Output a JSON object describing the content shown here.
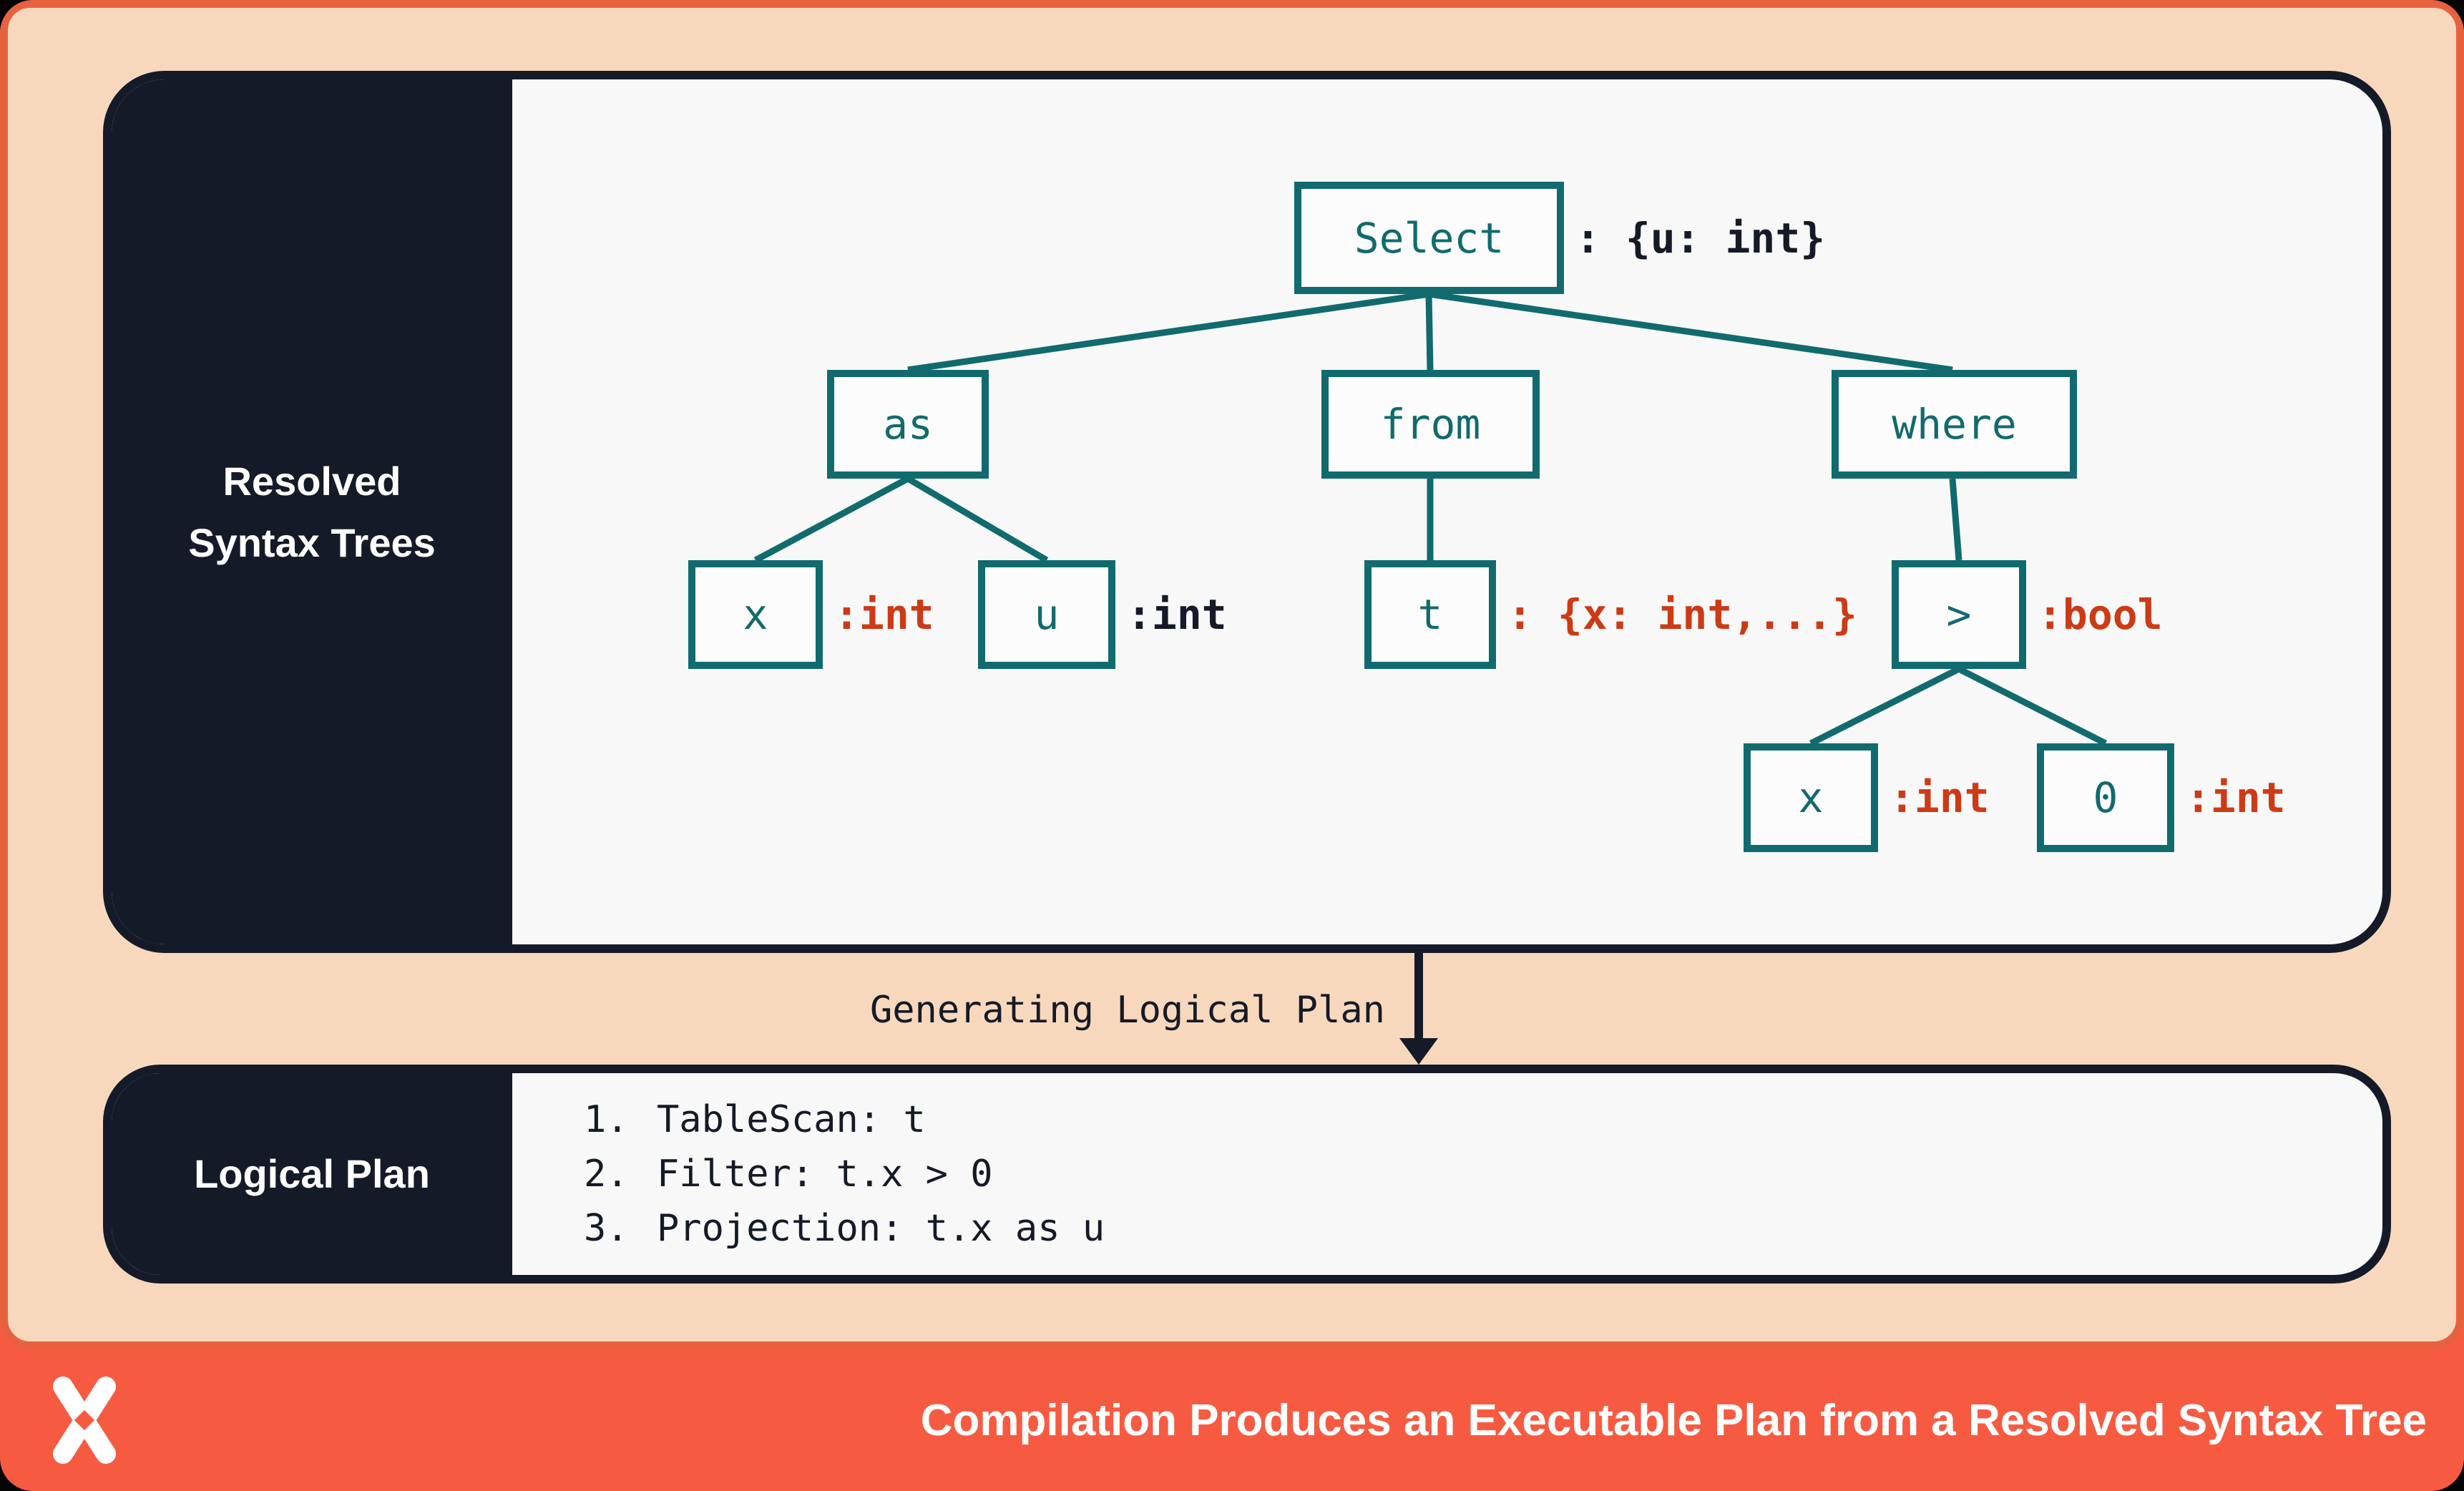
{
  "colors": {
    "frame_border": "#e8613e",
    "footer_bar": "#f65b41",
    "panel_background": "#f8d8bc",
    "navy": "#151a28",
    "teal": "#116a6e",
    "type_red": "#cc3a16",
    "card_background": "#f7f8f7",
    "text_white": "#ffffff"
  },
  "syntax_tree_card": {
    "sidebar_label_line1": "Resolved",
    "sidebar_label_line2": "Syntax Trees",
    "nodes": [
      {
        "id": "select",
        "label": "Select",
        "annotation": ": {u: int}",
        "annotation_color": "navy"
      },
      {
        "id": "as",
        "label": "as"
      },
      {
        "id": "from",
        "label": "from"
      },
      {
        "id": "where",
        "label": "where"
      },
      {
        "id": "x1",
        "label": "x",
        "annotation": ":int",
        "annotation_color": "red"
      },
      {
        "id": "u",
        "label": "u",
        "annotation": ":int",
        "annotation_color": "navy"
      },
      {
        "id": "t",
        "label": "t",
        "annotation": ": {x: int,...}",
        "annotation_color": "red"
      },
      {
        "id": "gt",
        "label": ">",
        "annotation": ":bool",
        "annotation_color": "red"
      },
      {
        "id": "x2",
        "label": "x",
        "annotation": ":int",
        "annotation_color": "red"
      },
      {
        "id": "zero",
        "label": "0",
        "annotation": ":int",
        "annotation_color": "red"
      }
    ],
    "edges": [
      [
        "Select",
        "as"
      ],
      [
        "Select",
        "from"
      ],
      [
        "Select",
        "where"
      ],
      [
        "as",
        "x"
      ],
      [
        "as",
        "u"
      ],
      [
        "from",
        "t"
      ],
      [
        "where",
        ">"
      ],
      [
        ">",
        "x"
      ],
      [
        ">",
        "0"
      ]
    ]
  },
  "transition": {
    "label": "Generating Logical Plan",
    "arrow_icon": "down-arrow-icon"
  },
  "logical_plan_card": {
    "sidebar_label": "Logical Plan",
    "steps": [
      {
        "num": "1.",
        "text": "TableScan: t"
      },
      {
        "num": "2.",
        "text": "Filter: t.x > 0"
      },
      {
        "num": "3.",
        "text": "Projection: t.x as u"
      }
    ]
  },
  "footer": {
    "logo_icon": "xata-x-logo",
    "title": "Compilation Produces an Executable Plan from a Resolved Syntax Tree"
  }
}
